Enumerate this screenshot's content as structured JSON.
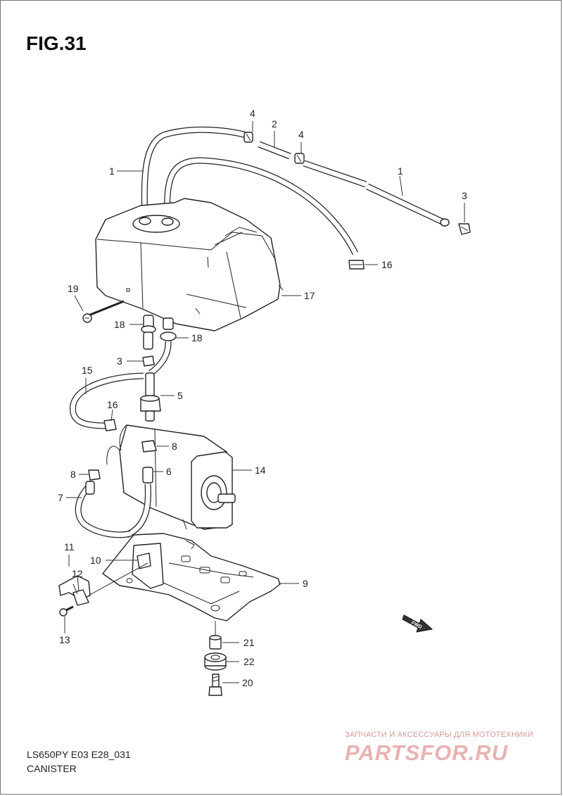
{
  "figure": {
    "title": "FIG.31",
    "model_code": "LS650PY E03 E28_031",
    "caption": "CANISTER"
  },
  "callouts": [
    "4",
    "2",
    "4",
    "1",
    "1",
    "3",
    "16",
    "17",
    "19",
    "18",
    "18",
    "3",
    "15",
    "5",
    "16",
    "8",
    "14",
    "8",
    "6",
    "7",
    "11",
    "10",
    "12",
    "9",
    "13",
    "21",
    "22",
    "20"
  ],
  "direction_marker": "FWD",
  "watermark": {
    "tagline": "ЗАПЧАСТИ И АКСЕССУАРЫ ДЛЯ МОТОТЕХНИКИ",
    "logo": "PARTSFOR.RU"
  },
  "colors": {
    "line": "#222222",
    "background": "#ffffff",
    "watermark": "#e8b3b3"
  }
}
